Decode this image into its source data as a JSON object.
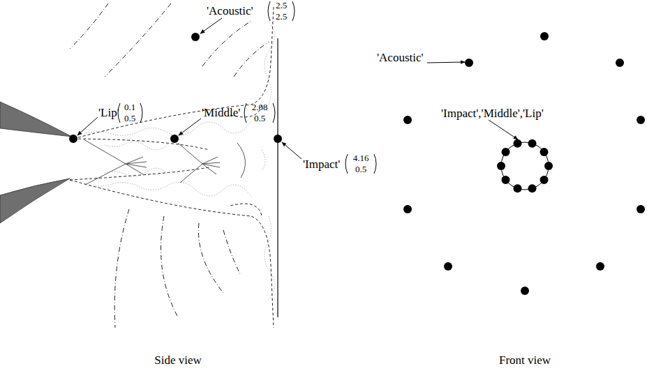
{
  "diagram": {
    "labels": [
      "'Acoustic'",
      "2.5",
      "2.5",
      "'Lip'",
      "0.1",
      "0.5",
      "'Middle'",
      "2.08",
      "0.5",
      "'Impact'",
      "4.16",
      "0.5",
      "'Acoustic'",
      "'Impact','Middle','Lip'",
      "Side view",
      "Front view"
    ]
  }
}
